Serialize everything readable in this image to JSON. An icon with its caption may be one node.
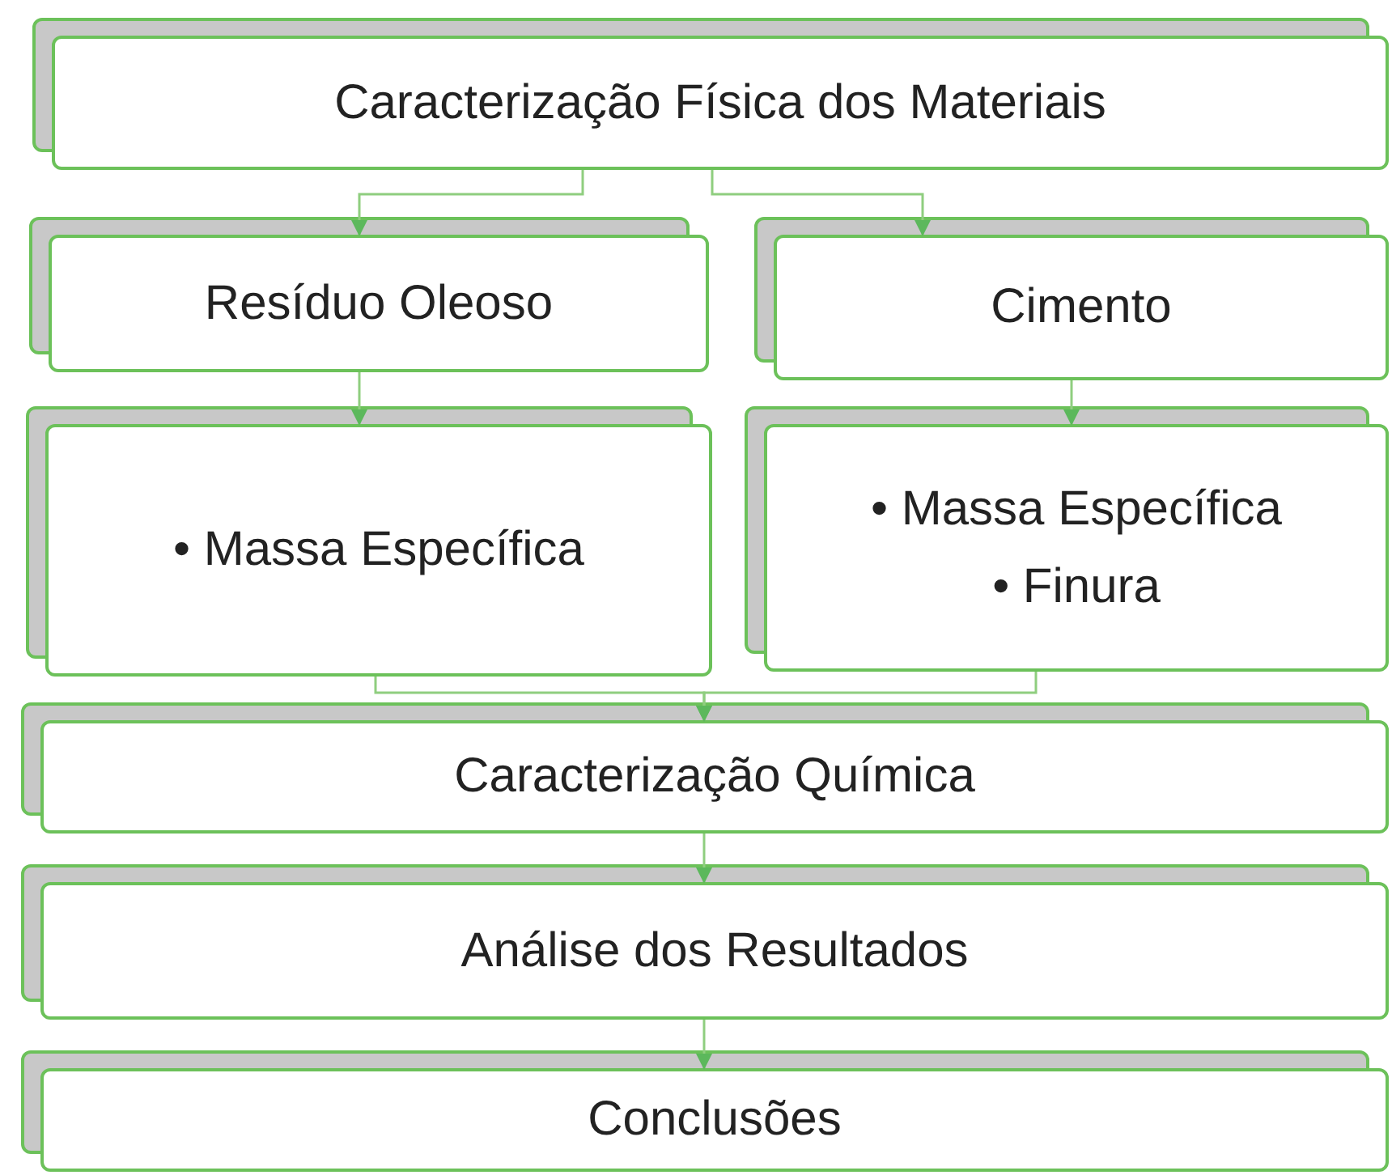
{
  "diagram": {
    "nodes": [
      {
        "text": [
          "Caracterização Física dos Materiais"
        ]
      },
      {
        "text": [
          "Resíduo Oleoso"
        ]
      },
      {
        "text": [
          "Cimento"
        ]
      },
      {
        "text": [
          "• Massa Específica"
        ]
      },
      {
        "text": [
          "• Massa Específica",
          "• Finura"
        ]
      },
      {
        "text": [
          "Caracterização Química"
        ]
      },
      {
        "text": [
          "Análise dos Resultados"
        ]
      },
      {
        "text": [
          "Conclusões"
        ]
      }
    ],
    "edges": [
      {
        "from": 0,
        "to": 1,
        "arrow": "to"
      },
      {
        "from": 0,
        "to": 2,
        "arrow": "to"
      },
      {
        "from": 1,
        "to": 3,
        "arrow": "to"
      },
      {
        "from": 2,
        "to": 4,
        "arrow": "to"
      },
      {
        "from": 3,
        "to": 5,
        "arrow": "to"
      },
      {
        "from": 4,
        "to": 5,
        "arrow": "to"
      },
      {
        "from": 5,
        "to": 6,
        "arrow": "to"
      },
      {
        "from": 6,
        "to": 7,
        "arrow": "to"
      }
    ]
  }
}
